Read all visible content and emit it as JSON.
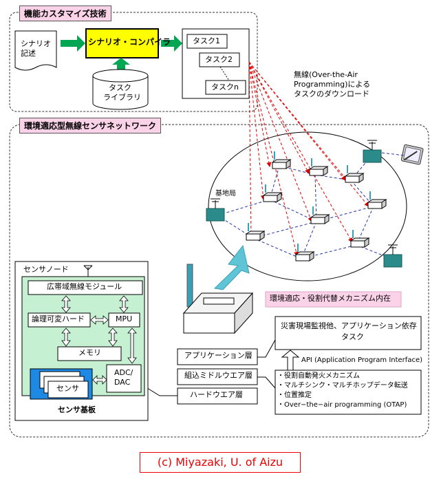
{
  "sections": {
    "customize_title": "機能カスタマイズ技術",
    "network_title": "環境適応型無線センサネットワーク"
  },
  "top": {
    "scenario": [
      "シナリオ",
      "記述"
    ],
    "compiler": "シナリオ・コンパイラ",
    "library": [
      "タスク",
      "ライブラリ"
    ],
    "tasks": [
      "タスク1",
      "タスク2",
      "タスクn"
    ],
    "ota_note": [
      "無線(Over-the-Air",
      "Programming)による",
      "タスクのダウンロード"
    ]
  },
  "network": {
    "base_station": "基地局",
    "adaptive_note": "環境適応・役割代替メカニズム内在"
  },
  "sensor_node": {
    "title": "センサノード",
    "wireless_module": "広帯域無線モジュール",
    "logic": "論理可変ハード",
    "mpu": "MPU",
    "memory": "メモリ",
    "adc": [
      "ADC/",
      "DAC"
    ],
    "sensor": "センサ",
    "board": "センサ基板"
  },
  "layers": {
    "application": "アプリケーション層",
    "middleware": "組込ミドルウエア層",
    "hardware": "ハードウエア層"
  },
  "app_box": [
    "災害現場監視他、アプリケーション依存",
    "タスク"
  ],
  "api": "API (Application Program Interface)",
  "features": [
    "・役割自動発火メカニズム",
    "・マルチシンク・マルチホップデータ転送",
    "・位置推定",
    "・Over−the−air programming (OTAP)"
  ],
  "copyright": "(c) Miyazaki, U. of Aizu",
  "colors": {
    "title_bg": "#fbd3e9",
    "compiler_bg": "#ffff00",
    "arrow_green": "#00a651",
    "node_bg": "#c6f0d2",
    "sensor_bg": "#1e88e5",
    "ota_lines": "#e00000",
    "base_station": "#2b8a8a",
    "mesh_lines": "#2233aa",
    "adaptive_bg": "#fbd3e9"
  }
}
